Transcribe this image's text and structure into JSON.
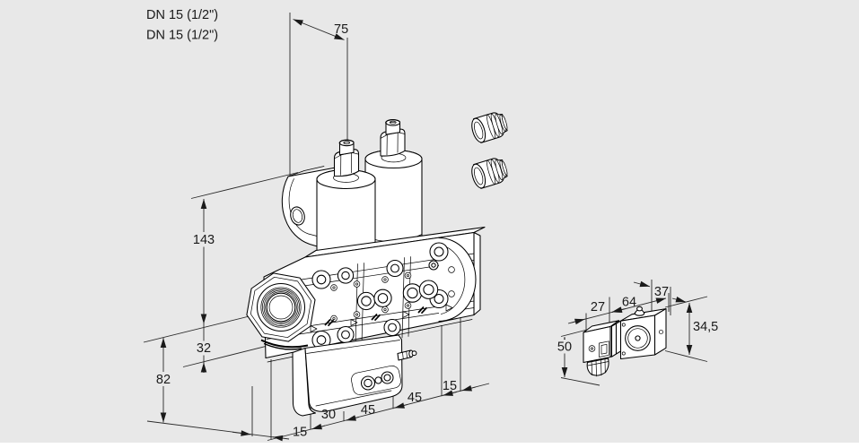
{
  "colors": {
    "background": "#e8e8e8",
    "line": "#1a1a1a"
  },
  "labels": {
    "port1": "DN 15 (1/2\")",
    "port2": "DN 15 (1/2\")"
  },
  "dims": {
    "d75": "75",
    "d143": "143",
    "d32": "32",
    "d82": "82",
    "d15_left": "15",
    "d30": "30",
    "d45a": "45",
    "d45b": "45",
    "d15_right": "15",
    "d27": "27",
    "d64": "64",
    "d37": "37",
    "d34_5": "34,5",
    "d50": "50"
  }
}
